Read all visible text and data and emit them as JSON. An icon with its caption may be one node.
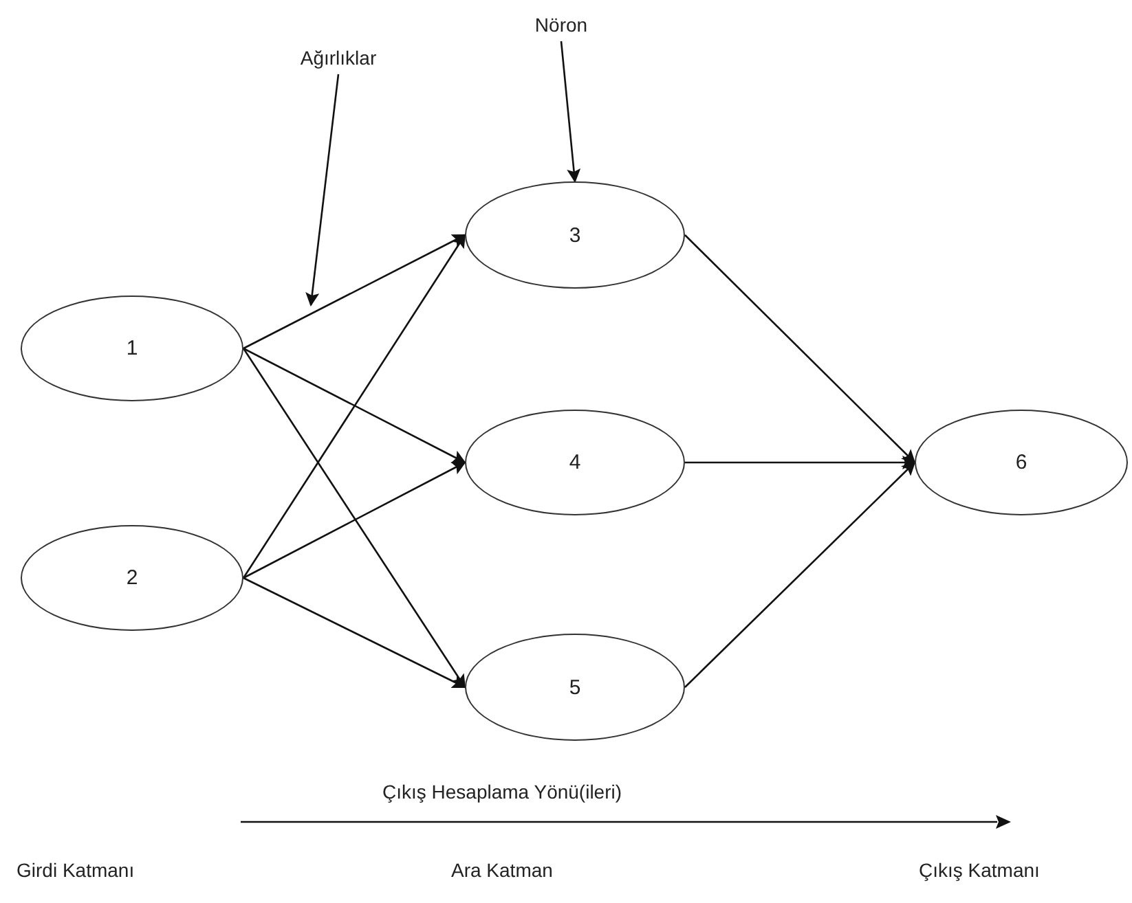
{
  "diagram": {
    "nodes": [
      {
        "text": [
          "Ağırlıklar"
        ]
      },
      {
        "text": [
          "Nöron"
        ]
      },
      {
        "text": [
          "1"
        ]
      },
      {
        "text": [
          "2"
        ]
      },
      {
        "text": [
          "3"
        ]
      },
      {
        "text": [
          "4"
        ]
      },
      {
        "text": [
          "5"
        ]
      },
      {
        "text": [
          "6"
        ]
      }
    ],
    "edges": [
      {
        "from": 2,
        "to": 4,
        "arrow": "to"
      },
      {
        "from": 2,
        "to": 5,
        "arrow": "to"
      },
      {
        "from": 2,
        "to": 6,
        "arrow": "to"
      },
      {
        "from": 3,
        "to": 4,
        "arrow": "to"
      },
      {
        "from": 3,
        "to": 5,
        "arrow": "to"
      },
      {
        "from": 3,
        "to": 6,
        "arrow": "to"
      },
      {
        "from": 4,
        "to": 7,
        "arrow": "to"
      },
      {
        "from": 5,
        "to": 7,
        "arrow": "to"
      },
      {
        "from": 6,
        "to": 7,
        "arrow": "to"
      },
      {
        "from": 0,
        "to": null,
        "arrow": "to"
      },
      {
        "from": 1,
        "to": 4,
        "arrow": "to"
      }
    ],
    "labels": [
      "Çıkış Hesaplama Yönü(ileri)",
      "Girdi Katmanı",
      "Ara Katman",
      "Çıkış Katmanı"
    ]
  }
}
